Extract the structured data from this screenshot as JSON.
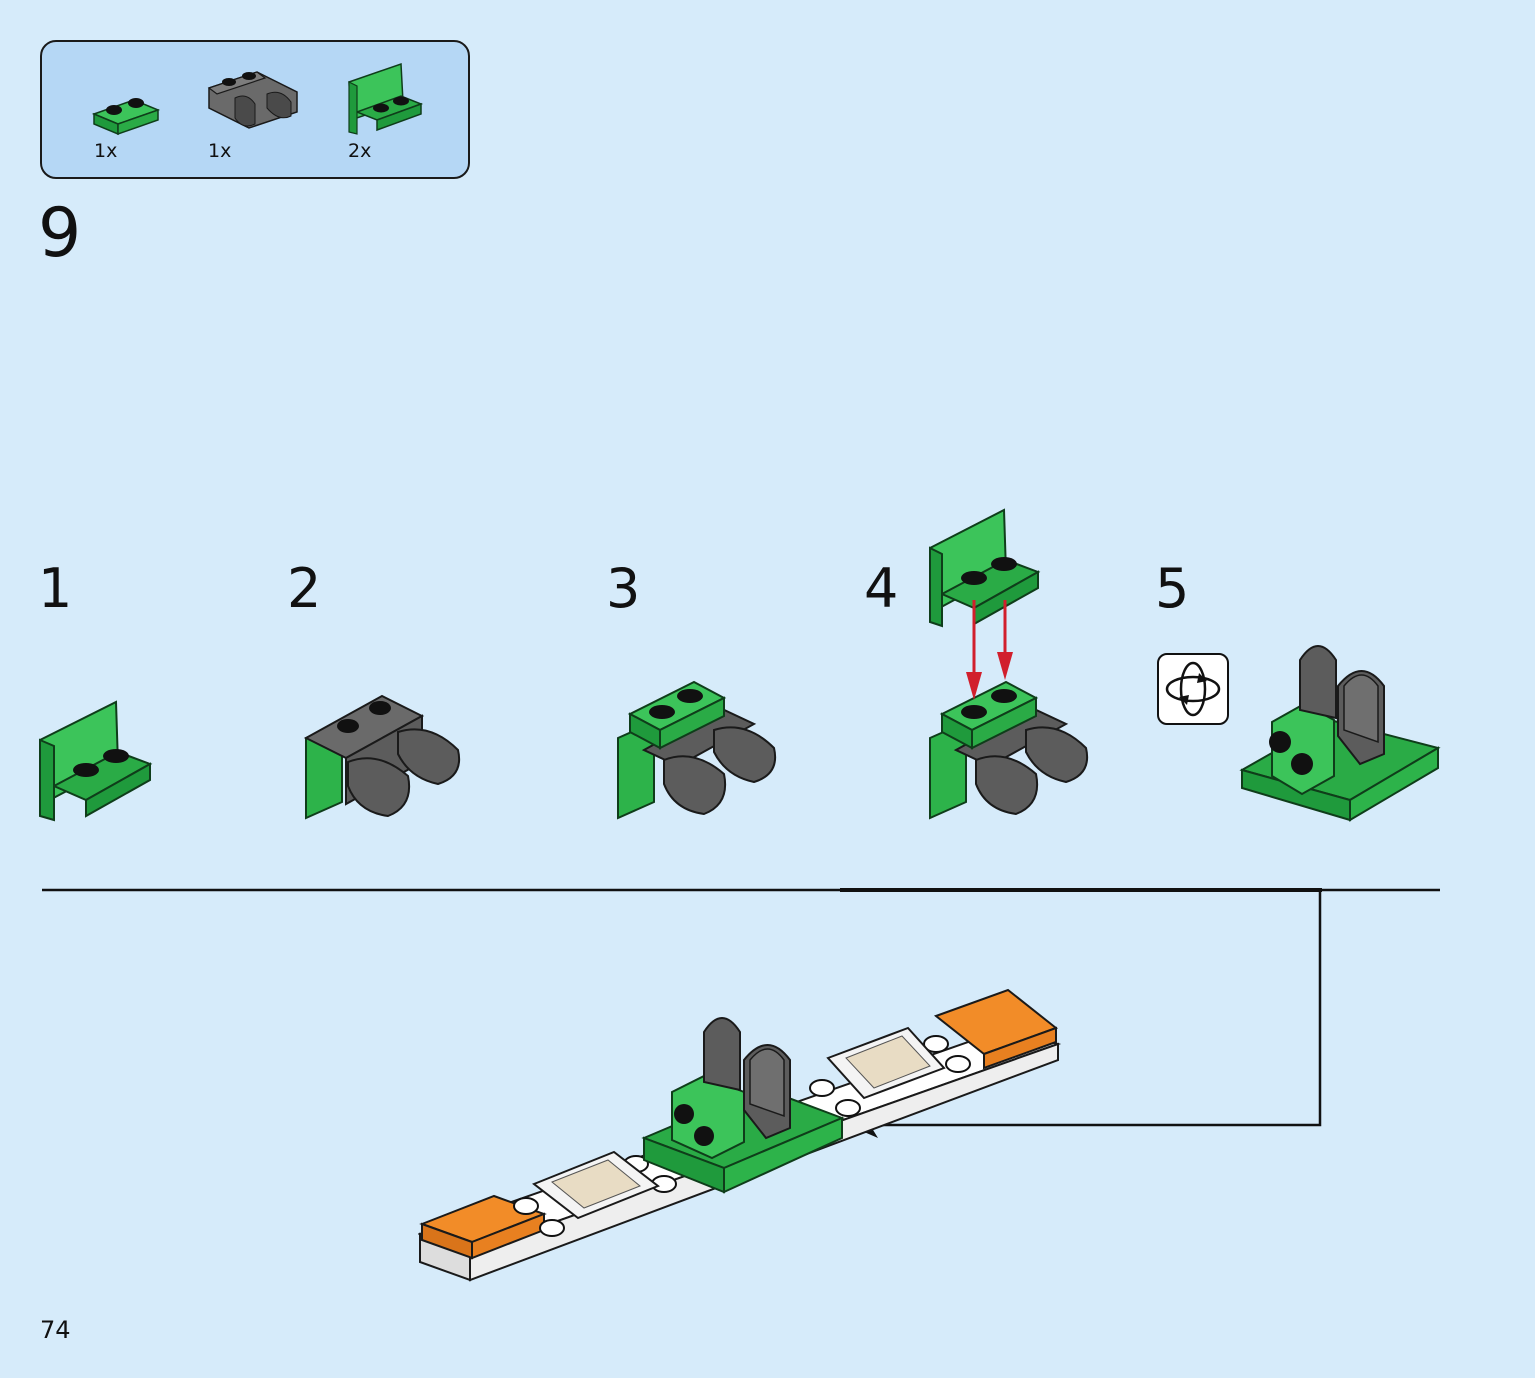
{
  "parts_list": {
    "items": [
      {
        "name": "green-plate-1x2-icon",
        "qty": "1x"
      },
      {
        "name": "gray-bracket-icon",
        "qty": "1x"
      },
      {
        "name": "green-angle-plate-icon",
        "qty": "2x"
      }
    ]
  },
  "step": {
    "number": "9"
  },
  "substeps": [
    {
      "number": "1"
    },
    {
      "number": "2"
    },
    {
      "number": "3"
    },
    {
      "number": "4"
    },
    {
      "number": "5"
    }
  ],
  "rotate_icon": "rotate-model-icon",
  "page": {
    "number": "74"
  },
  "colors": {
    "background": "#d6ebfa",
    "parts_box": "#b5d7f5",
    "green": "#2db34a",
    "dark_gray": "#5c5c5c",
    "orange": "#f28c28",
    "arrow_red": "#d11f2c"
  }
}
